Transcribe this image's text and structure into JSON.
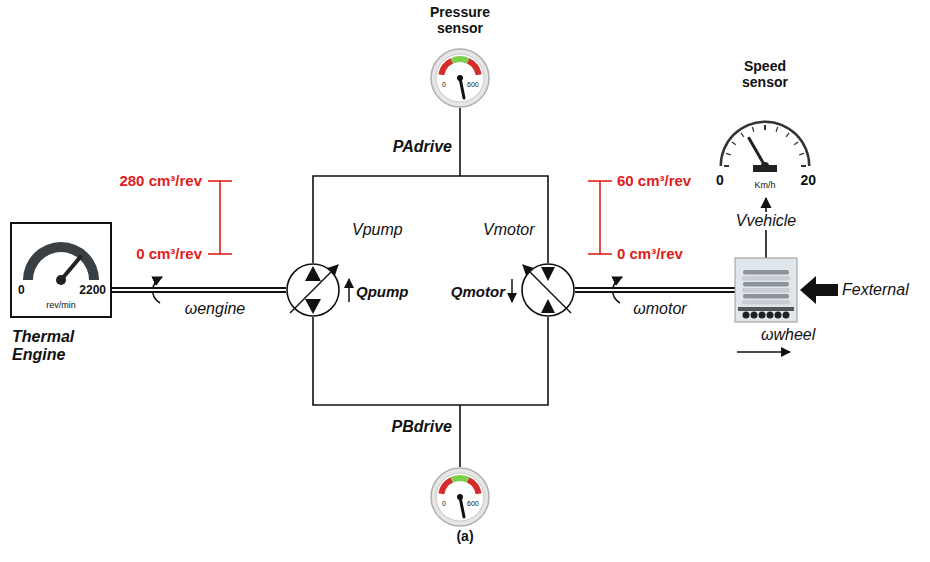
{
  "diagram": {
    "caption": "(a)",
    "nodes": [
      {
        "text": [
          "Pressure sensor",
          "0",
          "600"
        ]
      },
      {
        "text": [
          "Speed sensor",
          "0",
          "Km/h",
          "20"
        ]
      },
      {
        "text": [
          "0",
          "2200",
          "rev/min",
          "Thermal Engine"
        ]
      },
      {
        "text": [
          "Vpump"
        ]
      },
      {
        "text": [
          "Vmotor"
        ]
      },
      {
        "text": [
          "ωwheel"
        ]
      },
      {
        "text": [
          "0",
          "600"
        ]
      }
    ],
    "edges": [
      {
        "from": 2,
        "to": 3,
        "arrow": "none",
        "label": "ωengine"
      },
      {
        "from": 3,
        "to": 4,
        "arrow": "none"
      },
      {
        "from": 3,
        "to": 4,
        "arrow": "none"
      },
      {
        "from": 4,
        "to": 5,
        "arrow": "none",
        "label": "ωmotor"
      },
      {
        "from": 5,
        "to": 1,
        "arrow": "to",
        "label": "Vvehicle"
      }
    ],
    "labels": [
      "280 cm³/rev",
      "0 cm³/rev",
      "60 cm³/rev",
      "0 cm³/rev",
      "Qpump",
      "Qmotor",
      "PAdrive",
      "PBdrive",
      "Fexternal"
    ]
  }
}
